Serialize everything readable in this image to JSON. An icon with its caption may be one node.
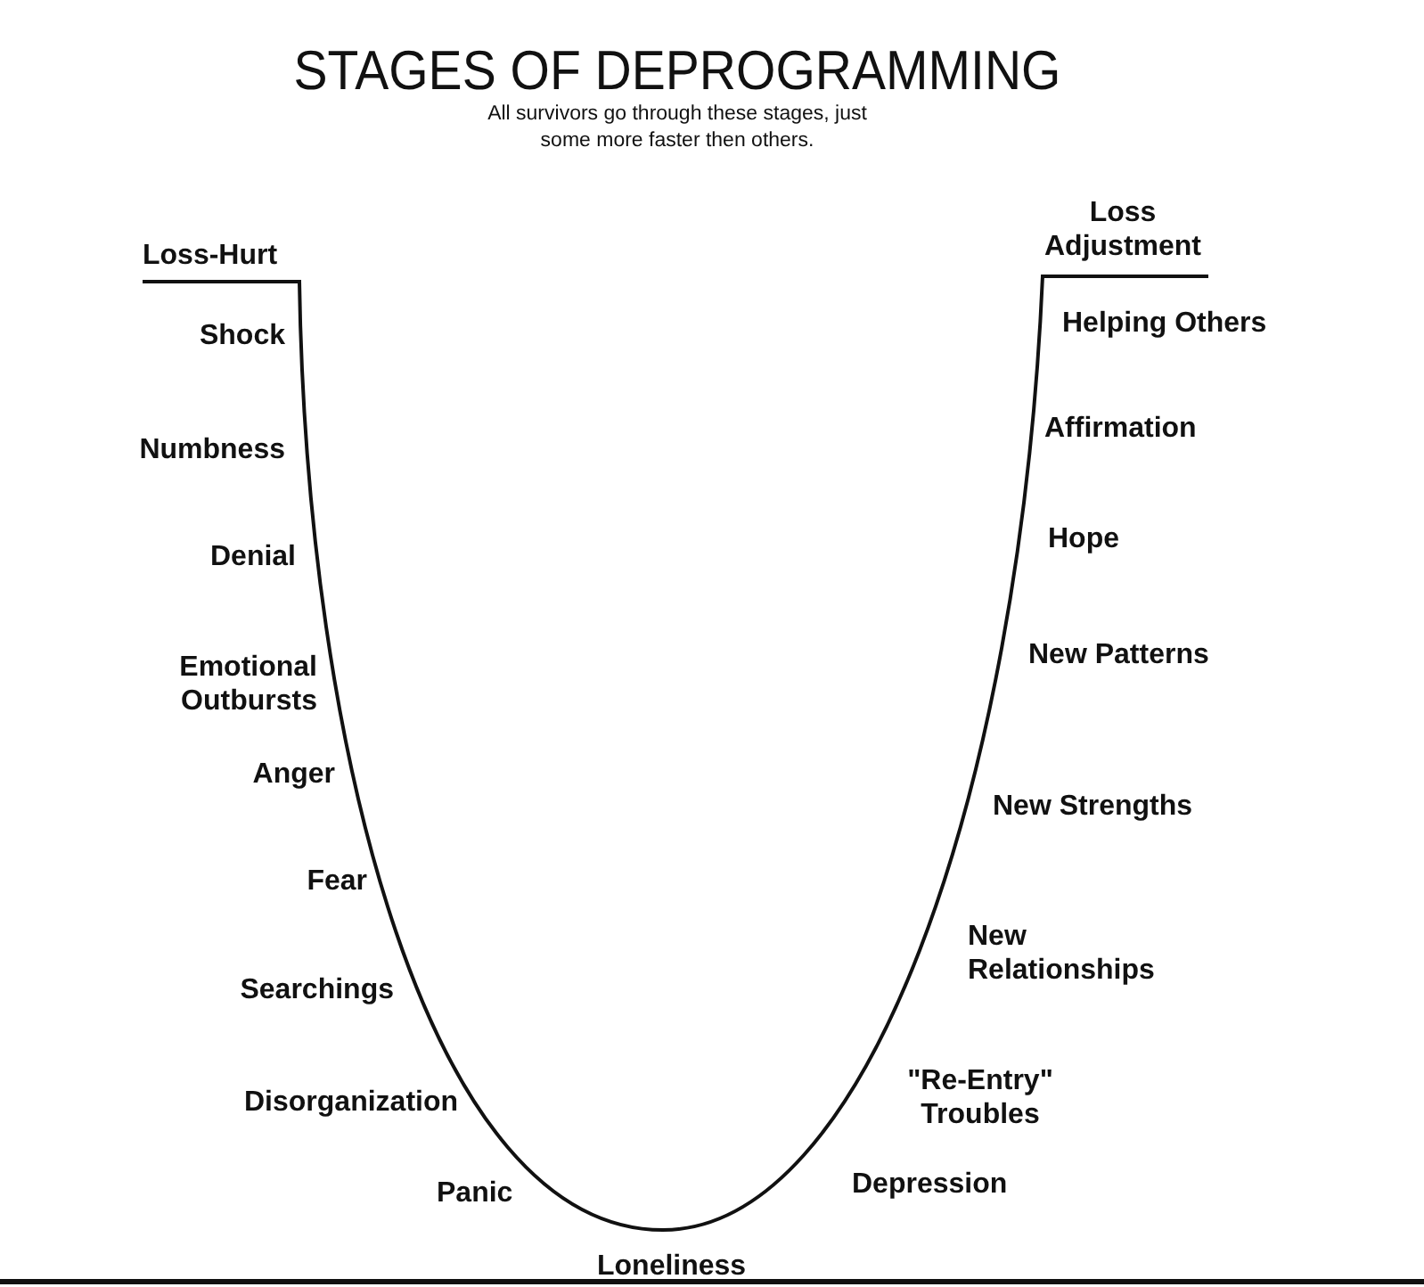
{
  "diagram": {
    "title": "STAGES OF DEPROGRAMMING",
    "caption": "All survivors go through these stages, just some more faster then others.",
    "labels": [
      "Loss Adjustment",
      "Loss-Hurt",
      "Helping Others",
      "Shock",
      "Affirmation",
      "Numbness",
      "Hope",
      "Denial",
      "New Patterns",
      "Emotional Outbursts",
      "Anger",
      "New Strengths",
      "Fear",
      "New Relationships",
      "Searchings",
      "\"Re-Entry\" Troubles",
      "Disorganization",
      "Depression",
      "Panic",
      "Loneliness"
    ]
  }
}
